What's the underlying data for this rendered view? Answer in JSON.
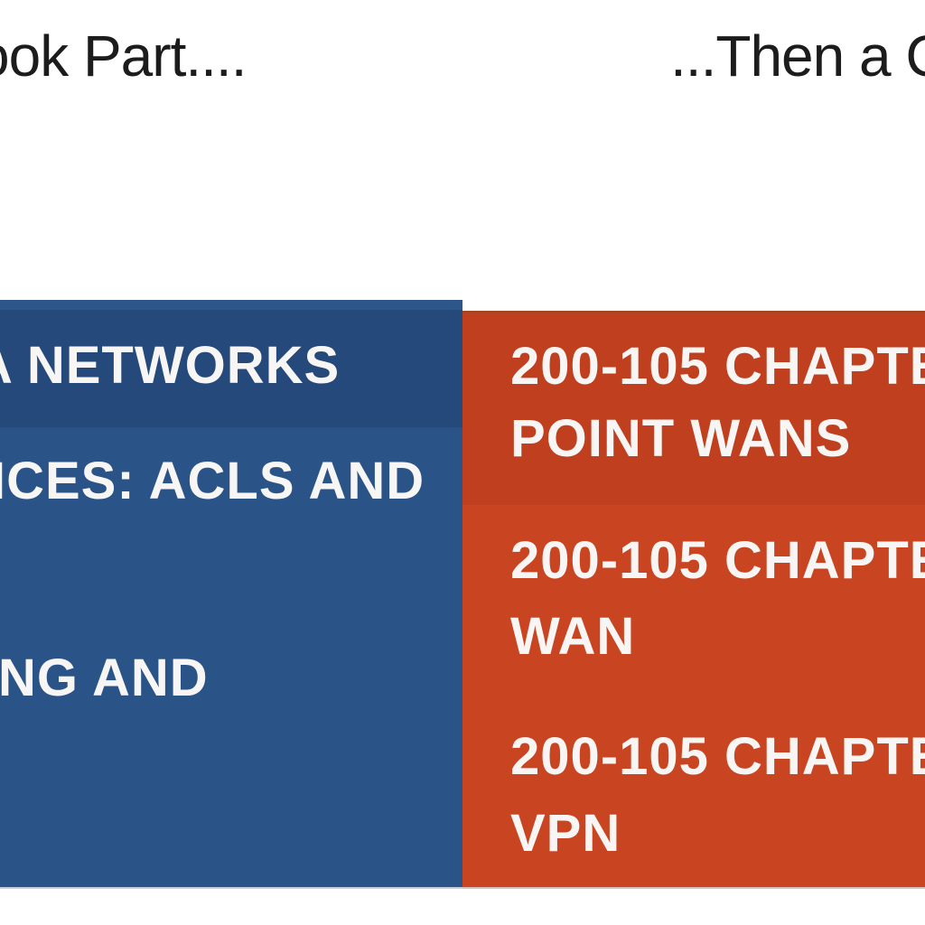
{
  "slide": {
    "colors": {
      "background": "#ffffff",
      "header_text": "#1c1c1c",
      "slide_text": "#f8f6f4",
      "blue_strip": "#2d5689",
      "blue_item1": "#25497b",
      "blue_item2": "#2a5388",
      "blue_bottom_edge": "#c3cfe0",
      "orange_item1": "#bf3f1e",
      "orange_item2": "#c94522",
      "orange_top_edge": "#a84424",
      "orange_bottom_edge": "#d9c2b8"
    },
    "header": {
      "left_fragment": "ook Part....",
      "right_fragment": "...Then a C"
    },
    "left_column": {
      "items": [
        {
          "line1": "A NETWORKS"
        },
        {
          "line1": "ICES: ACLS AND"
        },
        {
          "line1": "NG AND"
        }
      ]
    },
    "right_column": {
      "items": [
        {
          "line1": "200-105 CHAPTE",
          "line2": "POINT WANS"
        },
        {
          "line1": "200-105 CHAPTE",
          "line2": "WAN"
        },
        {
          "line1": "200-105 CHAPTE",
          "line2": "VPN"
        }
      ]
    }
  }
}
